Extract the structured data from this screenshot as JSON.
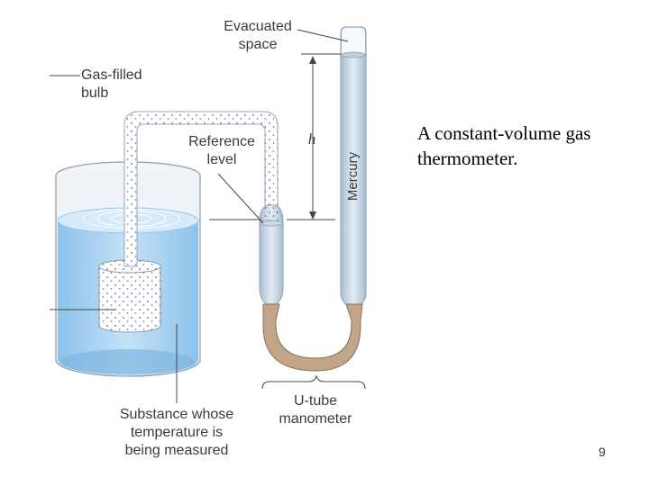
{
  "labels": {
    "evacuated_space": [
      "Evacuated",
      "space"
    ],
    "gas_filled_bulb": [
      "Gas-filled",
      "bulb"
    ],
    "reference_level": [
      "Reference",
      "level"
    ],
    "h": "h",
    "mercury": "Mercury",
    "u_tube_manometer": [
      "U-tube",
      "manometer"
    ],
    "substance": [
      "Substance whose",
      "temperature is",
      "being measured"
    ]
  },
  "caption": [
    "A constant-volume gas",
    "thermometer."
  ],
  "page_number": "9",
  "colors": {
    "water": "#a9d4f2",
    "glass": "#dbe6ee",
    "tube": "#c7d6e6",
    "rubber": "#b89a80",
    "leader": "#444444"
  }
}
